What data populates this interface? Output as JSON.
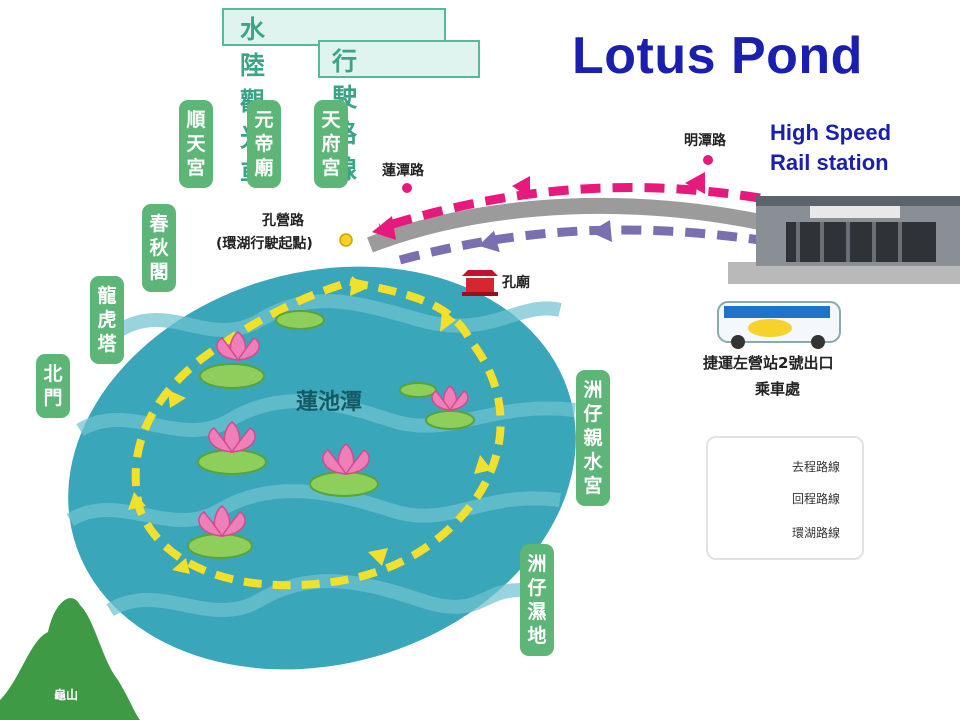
{
  "title": "Lotus Pond",
  "rail_station": {
    "line1": "High Speed",
    "line2": "Rail station"
  },
  "banner": {
    "line1": "水陸觀光車",
    "line2": "行駛路線"
  },
  "temples_top": [
    {
      "name": "順天宮",
      "chars": [
        "順",
        "天",
        "宮"
      ]
    },
    {
      "name": "元帝廟",
      "chars": [
        "元",
        "帝",
        "廟"
      ]
    },
    {
      "name": "天府宮",
      "chars": [
        "天",
        "府",
        "宮"
      ]
    }
  ],
  "left_places": [
    {
      "name": "春秋閣",
      "chars": [
        "春",
        "秋",
        "閣"
      ]
    },
    {
      "name": "龍虎塔",
      "chars": [
        "龍",
        "虎",
        "塔"
      ]
    },
    {
      "name": "北門",
      "chars": [
        "北",
        "門"
      ]
    }
  ],
  "right_places": [
    {
      "name": "洲仔親水宮",
      "chars": [
        "洲",
        "仔",
        "親",
        "水",
        "宮"
      ]
    },
    {
      "name": "洲仔濕地",
      "chars": [
        "洲",
        "仔",
        "濕",
        "地"
      ]
    }
  ],
  "map_labels": {
    "lian_tan_road": "蓮潭路",
    "ming_tan_road": "明潭路",
    "kong_ying_road": "孔營路",
    "start_point": "(環湖行駛起點)",
    "confucius_temple": "孔廟",
    "pond": "蓮池潭",
    "mrt_exit": "捷運左營站2號出口",
    "boarding": "乘車處",
    "mountain": "龜山"
  },
  "legend": [
    {
      "label": "去程路線",
      "color": "#e8197c"
    },
    {
      "label": "回程路線",
      "color": "#7a6fb0"
    },
    {
      "label": "環湖路線",
      "color": "#f2e02a"
    }
  ],
  "colors": {
    "pond": "#3aa6b9",
    "title": "#1a1fb0",
    "place_tag": "#5db678",
    "banner": "#3aa487"
  }
}
